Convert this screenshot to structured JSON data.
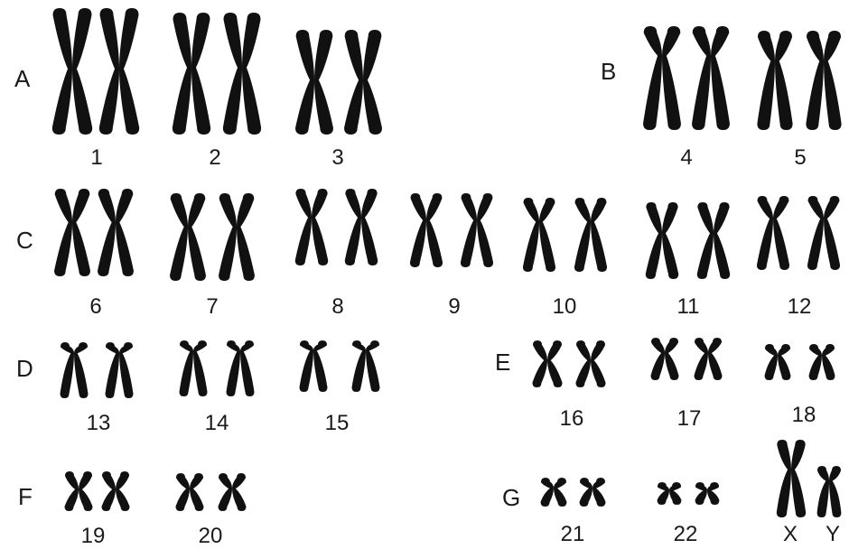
{
  "karyotype": {
    "ink_color": "#111111",
    "groups": {
      "A": "A",
      "B": "B",
      "C": "C",
      "D": "D",
      "E": "E",
      "F": "F",
      "G": "G"
    },
    "labels": {
      "c1": "1",
      "c2": "2",
      "c3": "3",
      "c4": "4",
      "c5": "5",
      "c6": "6",
      "c7": "7",
      "c8": "8",
      "c9": "9",
      "c10": "10",
      "c11": "11",
      "c12": "12",
      "c13": "13",
      "c14": "14",
      "c15": "15",
      "c16": "16",
      "c17": "17",
      "c18": "18",
      "c19": "19",
      "c20": "20",
      "c21": "21",
      "c22": "22",
      "cX": "X",
      "cY": "Y"
    }
  }
}
